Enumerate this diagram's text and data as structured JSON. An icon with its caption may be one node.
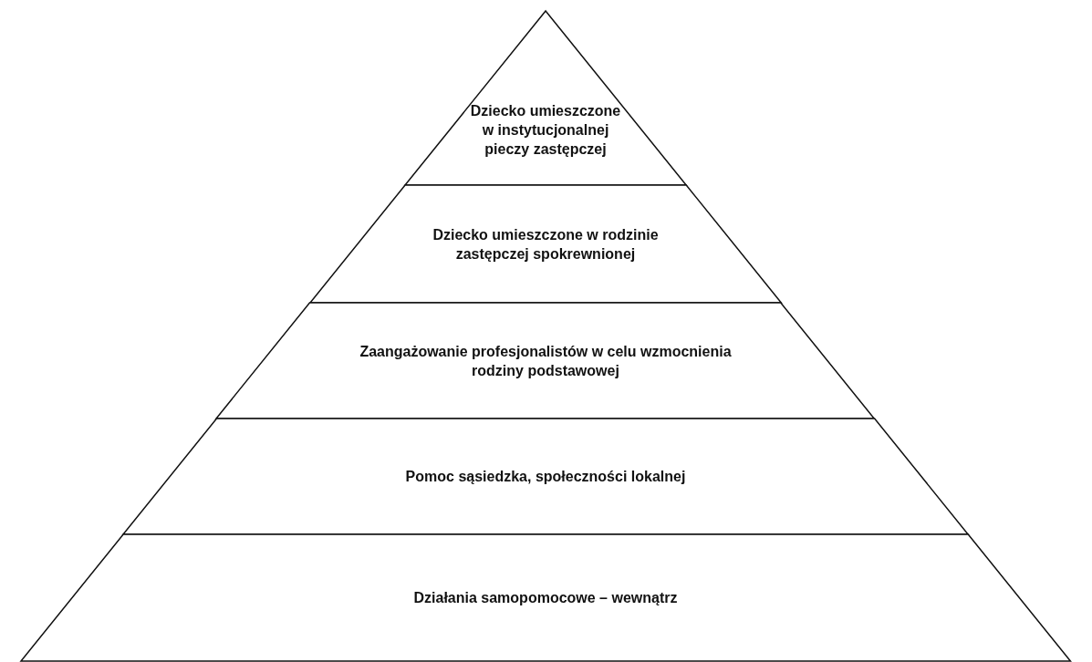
{
  "diagram": {
    "nodes": [
      {
        "text": [
          "Dziecko umieszczone w instytucjonalnej pieczy zastępczej"
        ]
      },
      {
        "text": [
          "Dziecko umieszczone w rodzinie zastępczej spokrewnionej"
        ]
      },
      {
        "text": [
          "Zaangażowanie profesjonalistów w celu wzmocnienia rodziny podstawowej"
        ]
      },
      {
        "text": [
          "Pomoc sąsiedzka, społeczności lokalnej"
        ]
      },
      {
        "text": [
          "Działania samopomocowe – wewnątrz"
        ]
      }
    ],
    "edges": []
  }
}
